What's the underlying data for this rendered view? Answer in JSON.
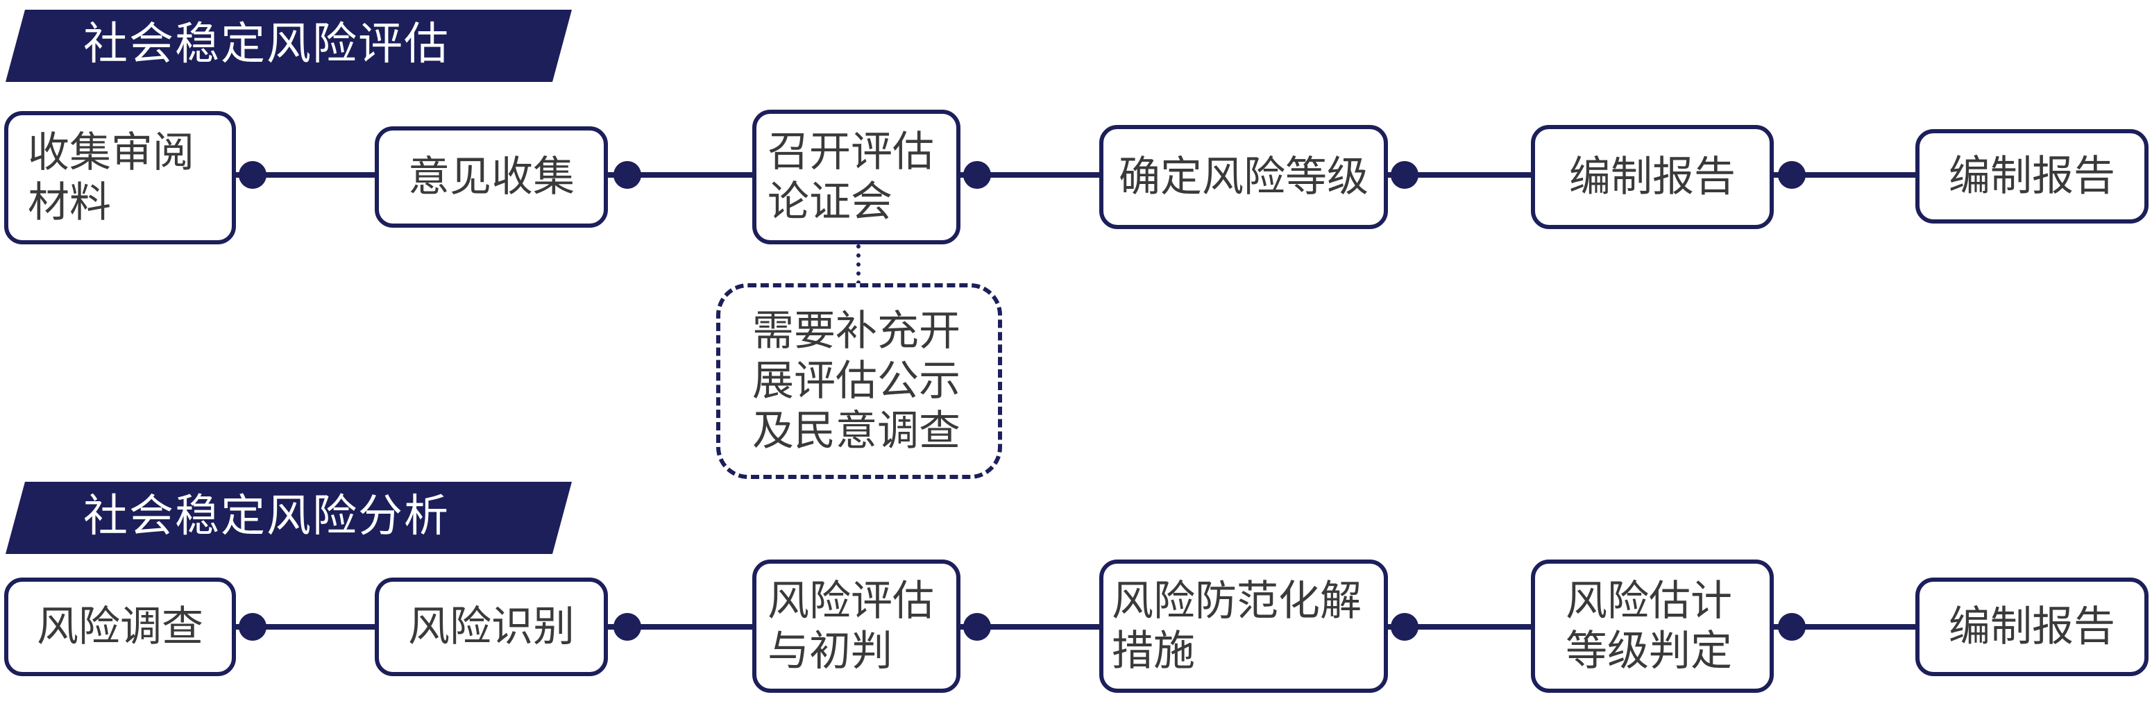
{
  "assessment": {
    "title": "社会稳定风险评估",
    "steps": [
      {
        "text": "收集审阅材料"
      },
      {
        "text": "意见收集"
      },
      {
        "text": "召开评估论证会"
      },
      {
        "text": "确定风险等级"
      },
      {
        "text": "编制报告"
      },
      {
        "text": "编制报告"
      }
    ],
    "note": "需要补充开展评估公示及民意调查"
  },
  "analysis": {
    "title": "社会稳定风险分析",
    "steps": [
      {
        "text": "风险调查"
      },
      {
        "text": "风险识别"
      },
      {
        "text": "风险评估与初判"
      },
      {
        "text": "风险防范化解措施"
      },
      {
        "text": "风险估计等级判定"
      },
      {
        "text": "编制报告"
      }
    ]
  },
  "colors": {
    "primary": "#1c1f5a",
    "text": "#3a3a3a"
  }
}
